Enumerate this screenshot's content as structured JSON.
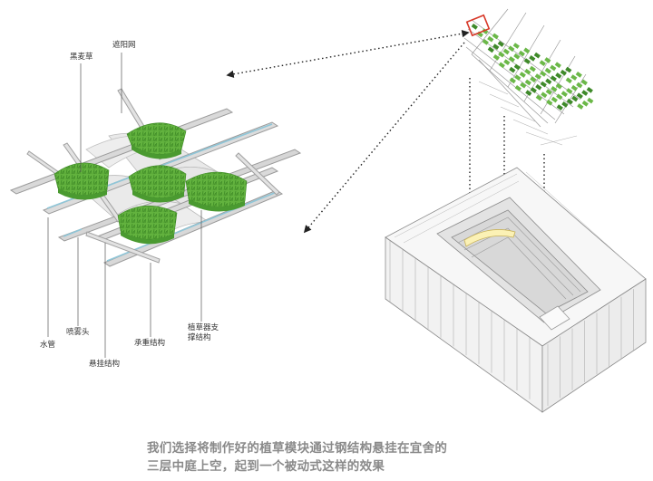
{
  "labels": {
    "sunshade_net": "遮阳网",
    "black_wheat_grass": "黑麦草",
    "spray_head": "喷雾头",
    "water_pipe": "水管",
    "suspension_structure": "悬挂结构",
    "load_bearing_structure": "承重结构",
    "planter_support_line1": "植草器支",
    "planter_support_line2": "撑结构"
  },
  "caption": {
    "line1": "我们选择将制作好的植草模块通过钢结构悬挂在宜舍的",
    "line2": "三层中庭上空，起到一个被动式这样的效果"
  },
  "colors": {
    "grass": "#5fae3c",
    "grass_dark": "#3f8a2a",
    "highlight_red": "#d83a2a",
    "caption_gray": "#8a8a8a"
  }
}
